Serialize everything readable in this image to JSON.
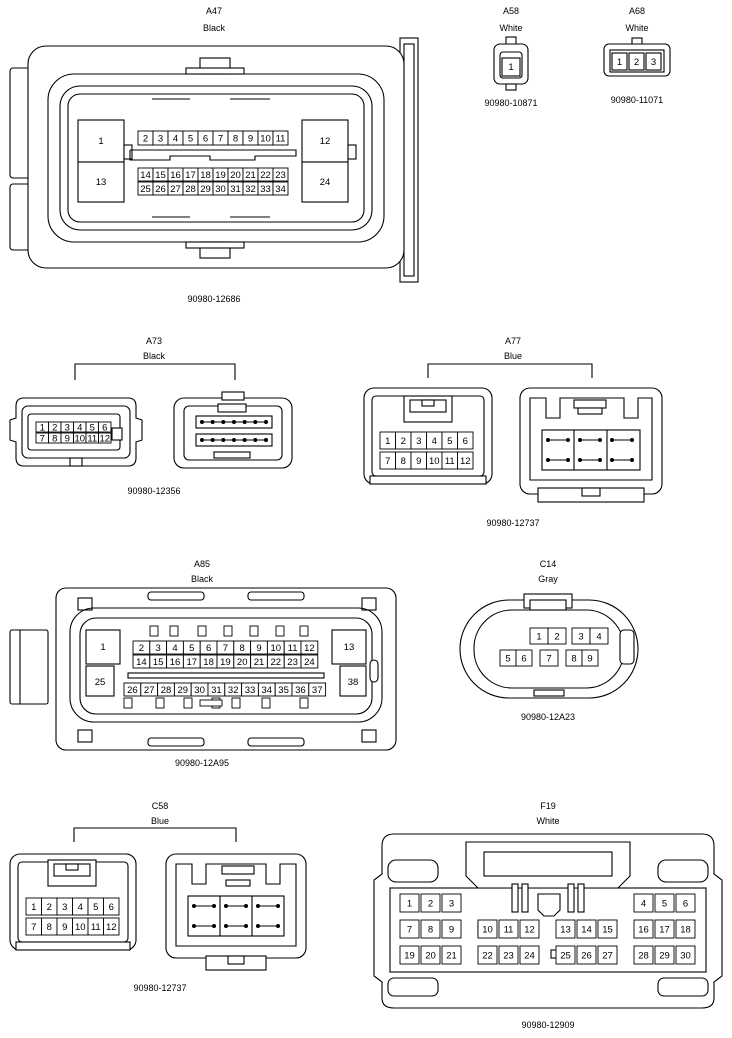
{
  "connectors": {
    "a47": {
      "code": "A47",
      "color": "Black",
      "part": "90980-12686",
      "pins_top": [
        "2",
        "3",
        "4",
        "5",
        "6",
        "7",
        "8",
        "9",
        "10",
        "11"
      ],
      "pins_mid": [
        "14",
        "15",
        "16",
        "17",
        "18",
        "19",
        "20",
        "21",
        "22",
        "23"
      ],
      "pins_bot": [
        "25",
        "26",
        "27",
        "28",
        "29",
        "30",
        "31",
        "32",
        "33",
        "34"
      ],
      "big": [
        "1",
        "12",
        "13",
        "24"
      ]
    },
    "a58": {
      "code": "A58",
      "color": "White",
      "part": "90980-10871",
      "pins": [
        "1"
      ]
    },
    "a68": {
      "code": "A68",
      "color": "White",
      "part": "90980-11071",
      "pins": [
        "1",
        "2",
        "3"
      ]
    },
    "a73": {
      "code": "A73",
      "color": "Black",
      "part": "90980-12356",
      "pins_top": [
        "1",
        "2",
        "3",
        "4",
        "5",
        "6"
      ],
      "pins_bot": [
        "7",
        "8",
        "9",
        "10",
        "11",
        "12"
      ]
    },
    "a77": {
      "code": "A77",
      "color": "Blue",
      "part": "90980-12737",
      "pins_top": [
        "1",
        "2",
        "3",
        "4",
        "5",
        "6"
      ],
      "pins_bot": [
        "7",
        "8",
        "9",
        "10",
        "11",
        "12"
      ]
    },
    "a85": {
      "code": "A85",
      "color": "Black",
      "part": "90980-12A95",
      "pins_r1": [
        "2",
        "3",
        "4",
        "5",
        "6",
        "7",
        "8",
        "9",
        "10",
        "11",
        "12"
      ],
      "pins_r2": [
        "14",
        "15",
        "16",
        "17",
        "18",
        "19",
        "20",
        "21",
        "22",
        "23",
        "24"
      ],
      "pins_r3": [
        "26",
        "27",
        "28",
        "29",
        "30",
        "31",
        "32",
        "33",
        "34",
        "35",
        "36",
        "37"
      ],
      "big": [
        "1",
        "13",
        "25",
        "38"
      ]
    },
    "c14": {
      "code": "C14",
      "color": "Gray",
      "part": "90980-12A23",
      "pins_top": [
        "1",
        "2",
        "3",
        "4"
      ],
      "pins_bot": [
        "5",
        "6",
        "7",
        "8",
        "9"
      ]
    },
    "c58": {
      "code": "C58",
      "color": "Blue",
      "part": "90980-12737",
      "pins_top": [
        "1",
        "2",
        "3",
        "4",
        "5",
        "6"
      ],
      "pins_bot": [
        "7",
        "8",
        "9",
        "10",
        "11",
        "12"
      ]
    },
    "f19": {
      "code": "F19",
      "color": "White",
      "part": "90980-12909",
      "r1_left": [
        "1",
        "2",
        "3"
      ],
      "r1_right": [
        "4",
        "5",
        "6"
      ],
      "r2": [
        "7",
        "8",
        "9",
        "10",
        "11",
        "12",
        "13",
        "14",
        "15",
        "16",
        "17",
        "18"
      ],
      "r3": [
        "19",
        "20",
        "21",
        "22",
        "23",
        "24",
        "25",
        "26",
        "27",
        "28",
        "29",
        "30"
      ]
    }
  }
}
